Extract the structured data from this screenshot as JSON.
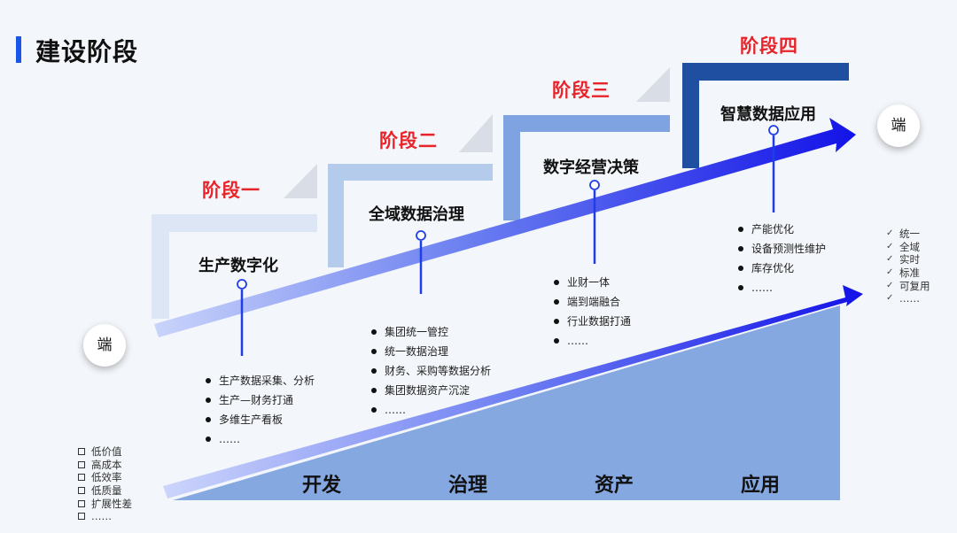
{
  "title": "建设阶段",
  "stages": [
    {
      "label": "阶段一",
      "name": "生产数字化",
      "items": [
        "生产数据采集、分析",
        "生产—财务打通",
        "多维生产看板",
        "……"
      ]
    },
    {
      "label": "阶段二",
      "name": "全域数据治理",
      "items": [
        "集团统一管控",
        "统一数据治理",
        "财务、采购等数据分析",
        "集团数据资产沉淀",
        "……"
      ]
    },
    {
      "label": "阶段三",
      "name": "数字经营决策",
      "items": [
        "业财一体",
        "端到端融合",
        "行业数据打通",
        "……"
      ]
    },
    {
      "label": "阶段四",
      "name": "智慧数据应用",
      "items": [
        "产能优化",
        "设备预测性维护",
        "库存优化",
        "……"
      ]
    }
  ],
  "start_node": "端",
  "end_node": "端",
  "problems": [
    "低价值",
    "高成本",
    "低效率",
    "低质量",
    "扩展性差",
    "……"
  ],
  "benefits": [
    "统一",
    "全域",
    "实时",
    "标准",
    "可复用",
    "……"
  ],
  "phases": [
    "开发",
    "治理",
    "资产",
    "应用"
  ],
  "colors": {
    "accent": "#1a56e8",
    "stage_label": "#e8242a",
    "step1": "#dce6f5",
    "step2": "#b5cbec",
    "step3": "#7fa3e0",
    "step4": "#1f4fa0",
    "base": "#86a8e0"
  }
}
